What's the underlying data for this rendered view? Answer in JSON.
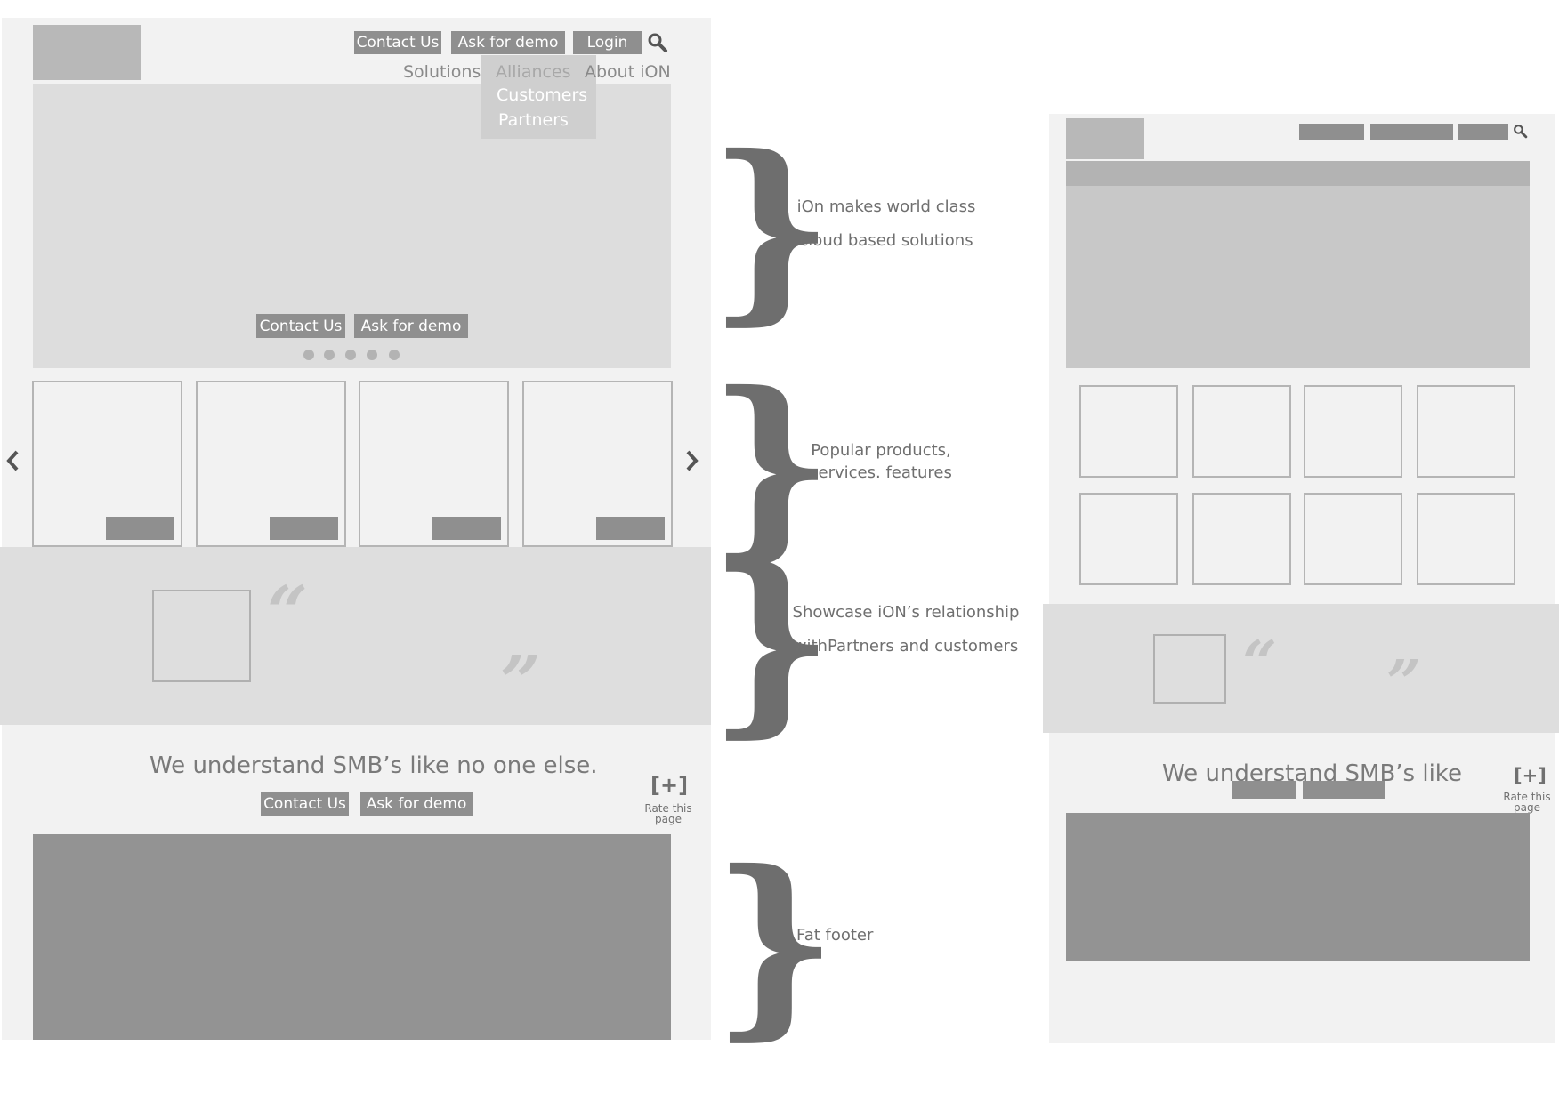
{
  "desktop": {
    "header": {
      "utility_buttons": [
        "Contact Us",
        "Ask for demo",
        "Login"
      ],
      "search_icon": "search-icon",
      "nav": [
        "Solutions",
        "Alliances",
        "About iON"
      ],
      "dropdown": [
        "Customers",
        "Partners"
      ]
    },
    "hero": {
      "buttons": [
        "Contact Us",
        "Ask for demo"
      ],
      "slides": 5
    },
    "carousel": {
      "cards": 4,
      "prev_icon": "chevron-left-icon",
      "next_icon": "chevron-right-icon"
    },
    "testimonial": {
      "open_quote": "“",
      "close_quote": "”"
    },
    "cta": {
      "tagline": "We understand SMB’s like no one else.",
      "buttons": [
        "Contact Us",
        "Ask for demo"
      ],
      "rate_icon": "[+]",
      "rate_text": "Rate this page"
    }
  },
  "annotations": [
    {
      "lines": [
        "iOn makes world class",
        "cloud based solutions"
      ]
    },
    {
      "lines": [
        "Popular products,",
        "services. features"
      ]
    },
    {
      "lines": [
        "Showcase iON’s relationship",
        "withPartners and customers"
      ]
    },
    {
      "lines": [
        "Fat footer"
      ]
    }
  ],
  "mobile": {
    "testimonial": {
      "open_quote": "“",
      "close_quote": "”"
    },
    "cta": {
      "tagline": "We understand SMB’s like",
      "rate_icon": "[+]",
      "rate_text": "Rate this page"
    }
  },
  "colors": {
    "panel": "#f2f2f2",
    "placeholder": "#dddddd",
    "button": "#8f8f8f",
    "footer": "#939393"
  }
}
